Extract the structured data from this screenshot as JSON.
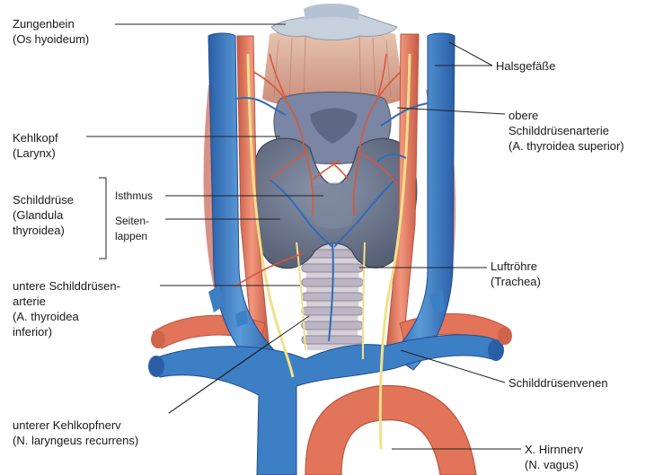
{
  "labels": {
    "zungenbein": {
      "line1": "Zungenbein",
      "line2": "(Os hyoideum)"
    },
    "kehlkopf": {
      "line1": "Kehlkopf",
      "line2": "(Larynx)"
    },
    "schilddruese": {
      "line1": "Schilddrüse",
      "line2": "(Glandula",
      "line3": "thyroidea)"
    },
    "isthmus": "Isthmus",
    "seitenlappen": {
      "line1": "Seiten-",
      "line2": "lappen"
    },
    "untere_arterie": {
      "line1": "untere Schilddrüsen-",
      "line2": "arterie",
      "line3": "(A. thyroidea",
      "line4": "inferior)"
    },
    "unterer_nerv": {
      "line1": "unterer Kehlkopfnerv",
      "line2": "(N. laryngeus recurrens)"
    },
    "halsgefaesse": "Halsgefäße",
    "obere_arterie": {
      "line1": "obere",
      "line2": "Schilddrüsenarterie",
      "line3": "(A. thyroidea superior)"
    },
    "luftroehre": {
      "line1": "Luftröhre",
      "line2": "(Trachea)"
    },
    "schilddruesenvenen": "Schilddrüsenvenen",
    "vagus": {
      "line1": "X. Hirnnerv",
      "line2": "(N. vagus)"
    }
  },
  "colors": {
    "vein": "#3d7fc4",
    "artery": "#e2745a",
    "gland": "#6e7890",
    "nerve": "#f2e08a",
    "muscle": "#d98b80",
    "trachea": "#c9c3cf",
    "hyoid": "#c7d1de",
    "leader": "#222222"
  }
}
